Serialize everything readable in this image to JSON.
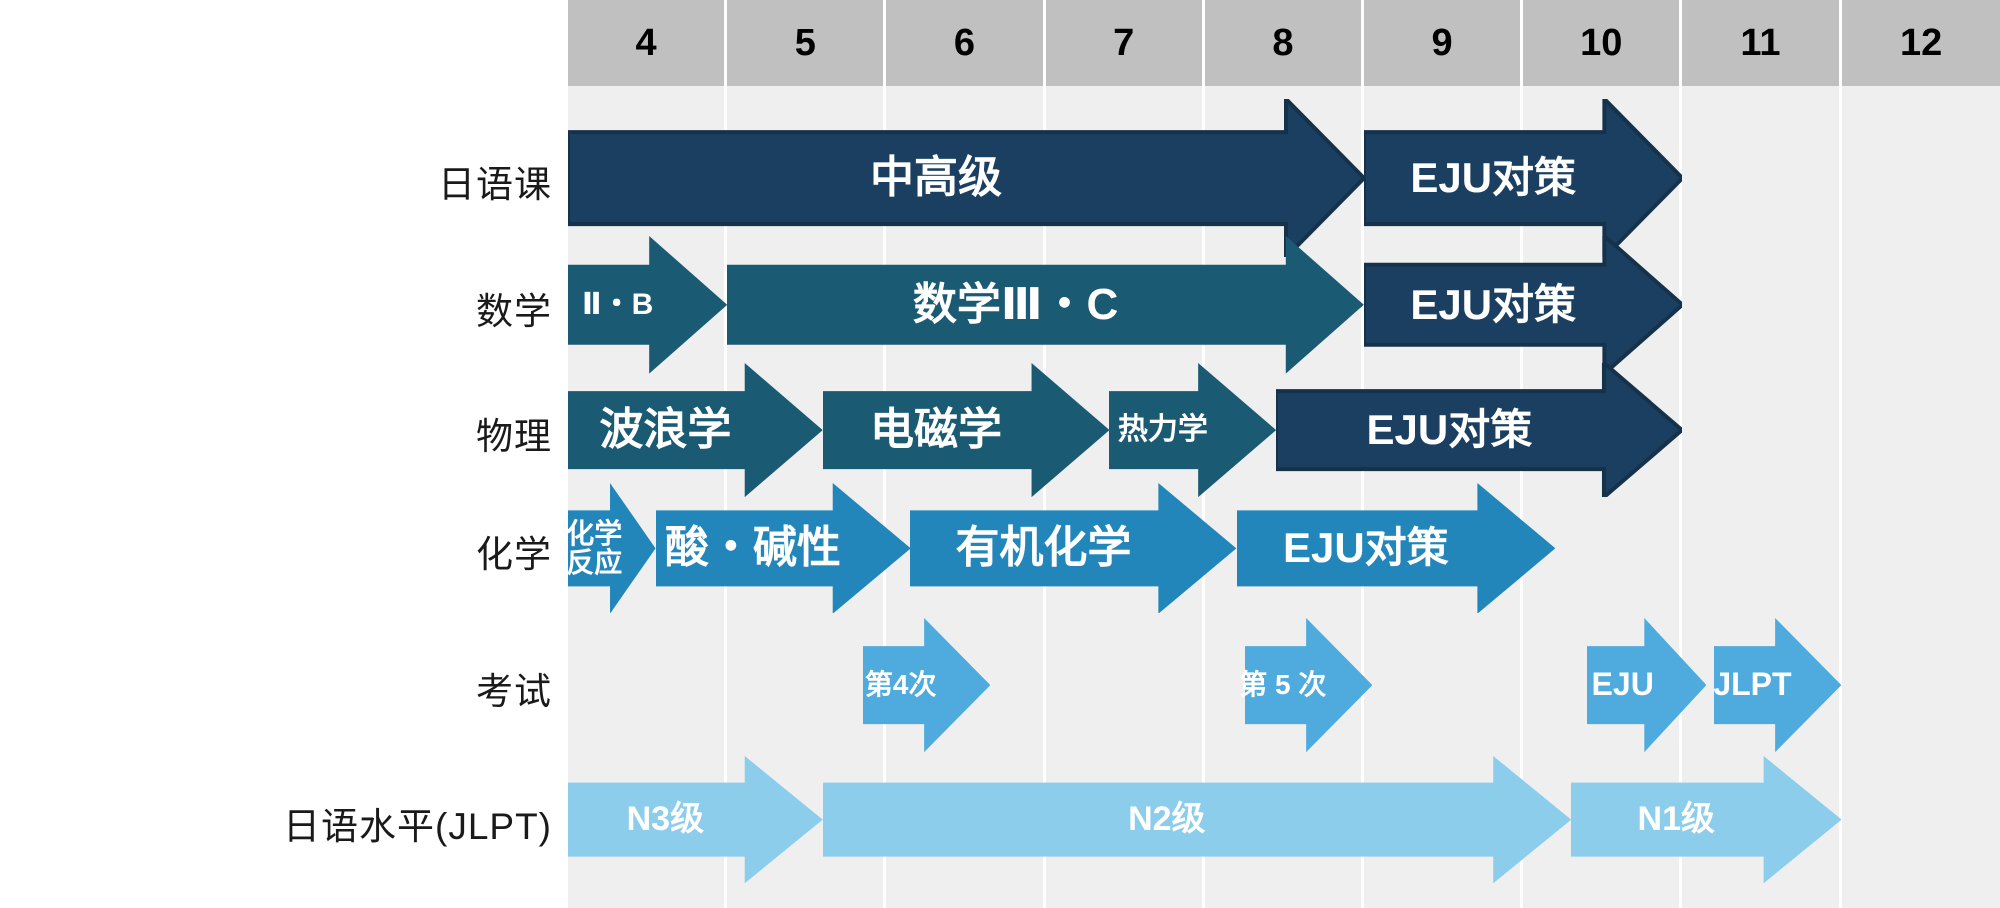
{
  "chart_data": {
    "type": "table",
    "title": "",
    "xlabel": "",
    "ylabel": "",
    "legend": [],
    "categories": [
      "4",
      "5",
      "6",
      "7",
      "8",
      "9",
      "10",
      "11",
      "12"
    ],
    "axis_note": "month columns 4 through 12",
    "rows": [
      {
        "label": "日语课",
        "bars": [
          {
            "text": "中高级",
            "start": 4,
            "end": 9,
            "color": "#1b3f60",
            "style": "arrow-outline",
            "font": 44
          },
          {
            "text": "EJU对策",
            "start": 9,
            "end": 11,
            "color": "#1b3f60",
            "style": "arrow-outline",
            "font": 42
          }
        ]
      },
      {
        "label": "数学",
        "bars": [
          {
            "text": "Ⅱ・B",
            "start": 4,
            "end": 5,
            "color": "#1b5a73",
            "style": "arrow",
            "font": 30
          },
          {
            "text": "数学Ⅲ・C",
            "start": 5,
            "end": 9,
            "color": "#1b5a73",
            "style": "arrow",
            "font": 44
          },
          {
            "text": "EJU对策",
            "start": 9,
            "end": 11,
            "color": "#1b3f60",
            "style": "arrow-outline",
            "font": 42
          }
        ]
      },
      {
        "label": "物理",
        "bars": [
          {
            "text": "波浪学",
            "start": 4,
            "end": 5.6,
            "color": "#1b5a73",
            "style": "arrow",
            "font": 44
          },
          {
            "text": "电磁学",
            "start": 5.6,
            "end": 7.4,
            "color": "#1b5a73",
            "style": "arrow",
            "font": 44
          },
          {
            "text": "热力学",
            "start": 7.4,
            "end": 8.45,
            "color": "#1b5a73",
            "style": "arrow",
            "font": 30
          },
          {
            "text": "EJU对策",
            "start": 8.45,
            "end": 11,
            "color": "#1b3f60",
            "style": "arrow-outline",
            "font": 42
          }
        ]
      },
      {
        "label": "化学",
        "bars": [
          {
            "text": "化学\n反应",
            "start": 4,
            "end": 4.55,
            "color": "#2286bb",
            "style": "arrow",
            "font": 28
          },
          {
            "text": "酸・碱性",
            "start": 4.55,
            "end": 6.15,
            "color": "#2286bb",
            "style": "arrow",
            "font": 44
          },
          {
            "text": "有机化学",
            "start": 6.15,
            "end": 8.2,
            "color": "#2286bb",
            "style": "arrow",
            "font": 44
          },
          {
            "text": "EJU对策",
            "start": 8.2,
            "end": 10.2,
            "color": "#2286bb",
            "style": "arrow",
            "font": 42
          }
        ]
      },
      {
        "label": "考试",
        "bars": [
          {
            "text": "第4次",
            "start": 5.85,
            "end": 6.65,
            "color": "#4fabdd",
            "style": "arrow",
            "font": 28
          },
          {
            "text": "第 5 次",
            "start": 8.25,
            "end": 9.05,
            "color": "#4fabdd",
            "style": "arrow",
            "font": 28
          },
          {
            "text": "EJU",
            "start": 10.4,
            "end": 11.15,
            "color": "#4fabdd",
            "style": "arrow",
            "font": 32
          },
          {
            "text": "JLPT",
            "start": 11.2,
            "end": 12.0,
            "color": "#4fabdd",
            "style": "arrow",
            "font": 32
          }
        ]
      },
      {
        "label": "日语水平(JLPT)",
        "bars": [
          {
            "text": "N3级",
            "start": 4,
            "end": 5.6,
            "color": "#8ccdeb",
            "style": "arrow",
            "font": 34
          },
          {
            "text": "N2级",
            "start": 5.6,
            "end": 10.3,
            "color": "#8ccdeb",
            "style": "arrow",
            "font": 34
          },
          {
            "text": "N1级",
            "start": 10.3,
            "end": 12.0,
            "color": "#8ccdeb",
            "style": "arrow",
            "font": 34
          }
        ]
      }
    ]
  },
  "colors": {
    "header_cell_bg": "#c0c0c0",
    "grid_bg": "#efefef",
    "grid_line": "#ffffff",
    "page_bg": "#ffffff",
    "navy": "#1b3f60",
    "teal": "#1b5a73",
    "blue": "#2286bb",
    "light_blue": "#4fabdd",
    "pale_blue": "#8ccdeb",
    "label_text": "#1a1a1a",
    "bar_text": "#ffffff"
  }
}
